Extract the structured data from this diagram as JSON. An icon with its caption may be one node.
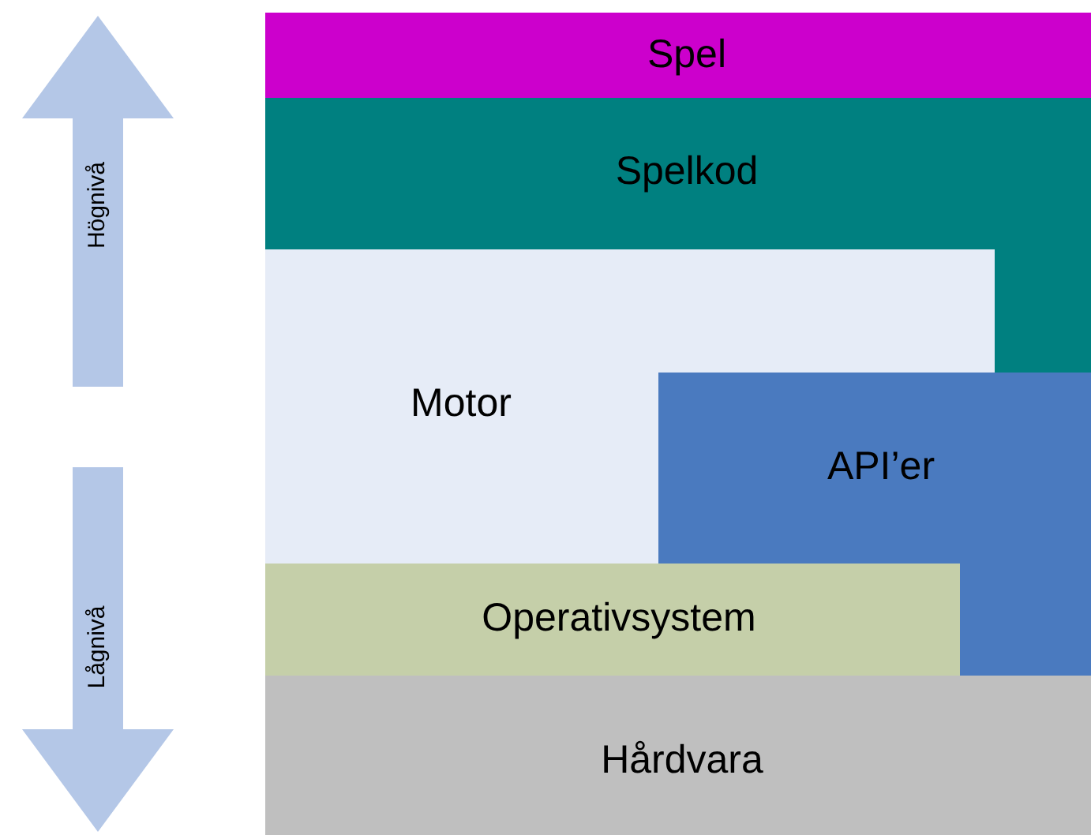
{
  "diagram": {
    "nodes": [
      {
        "text": [
          "Spel"
        ]
      },
      {
        "text": [
          "Spelkod"
        ]
      },
      {
        "text": [
          "Motor"
        ]
      },
      {
        "text": [
          "API’er"
        ]
      },
      {
        "text": [
          "Operativsystem"
        ]
      },
      {
        "text": [
          "Hårdvara"
        ]
      }
    ],
    "labels": [
      "Högnivå",
      "Lågnivå"
    ]
  }
}
